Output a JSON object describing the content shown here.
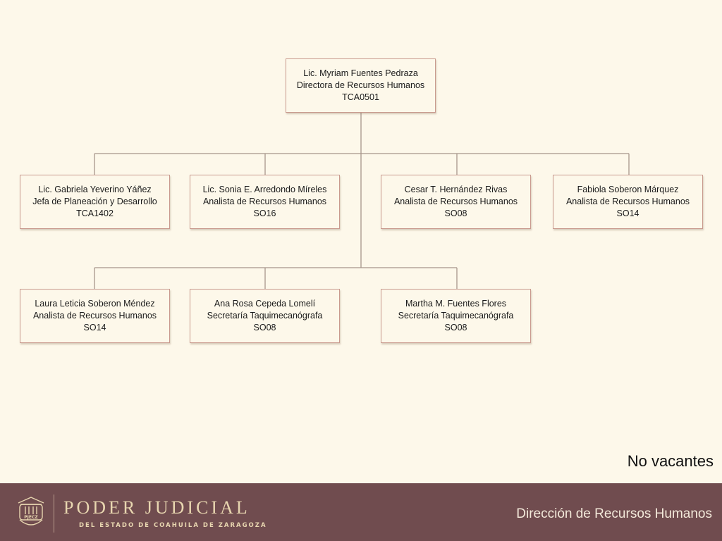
{
  "org_chart": {
    "director": {
      "name": "Lic. Myriam Fuentes Pedraza",
      "title": "Directora de Recursos Humanos",
      "code": "TCA0501"
    },
    "row1": [
      {
        "name": "Lic. Gabriela Yeverino Yáñez",
        "title": "Jefa de Planeación y Desarrollo",
        "code": "TCA1402"
      },
      {
        "name": "Lic. Sonia E. Arredondo Míreles",
        "title": "Analista de Recursos Humanos",
        "code": "SO16"
      },
      {
        "name": "Cesar T. Hernández Rivas",
        "title": "Analista de Recursos Humanos",
        "code": "SO08"
      },
      {
        "name": "Fabiola Soberon Márquez",
        "title": "Analista de Recursos Humanos",
        "code": "SO14"
      }
    ],
    "row2": [
      {
        "name": "Laura Leticia Soberon Méndez",
        "title": "Analista de Recursos Humanos",
        "code": "SO14"
      },
      {
        "name": "Ana Rosa Cepeda Lomelí",
        "title": "Secretaría Taquimecanógrafa",
        "code": "SO08"
      },
      {
        "name": "Martha M. Fuentes Flores",
        "title": "Secretaría Taquimecanógrafa",
        "code": "SO08"
      }
    ]
  },
  "note": "No vacantes",
  "footer": {
    "logo_text": "PJECZ",
    "brand_title": "PODER JUDICIAL",
    "brand_subtitle": "DEL ESTADO DE COAHUILA DE ZARAGOZA",
    "department": "Dirección de Recursos Humanos",
    "background_color": "#704c4f",
    "brand_color": "#e8d6b0"
  },
  "colors": {
    "page_background": "#fdf8ea",
    "box_border": "#c99a8e",
    "connector": "#a7958b"
  }
}
